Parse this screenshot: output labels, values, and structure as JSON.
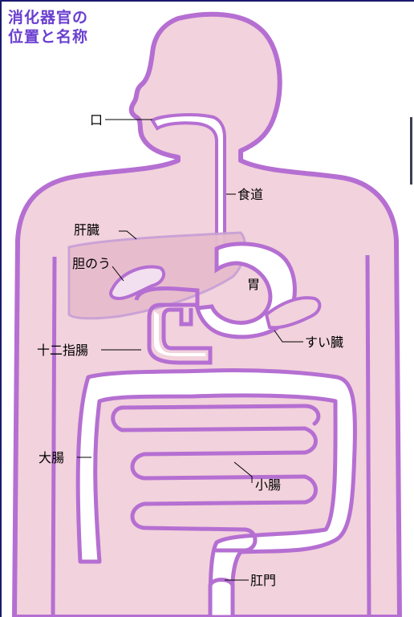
{
  "title": {
    "line1": "消化器官の",
    "line2": "位置と名称"
  },
  "labels": {
    "mouth": "口",
    "esophagus": "食道",
    "liver": "肝臓",
    "gallbladder": "胆のう",
    "stomach": "胃",
    "pancreas": "すい臓",
    "duodenum": "十二指腸",
    "large_intestine": "大腸",
    "small_intestine": "小腸",
    "anus": "肛門"
  },
  "colors": {
    "body_fill": "#f2d2dc",
    "outline": "#b56fd2",
    "organ_fill": "#ffffff",
    "liver_fill": "#e7bccd",
    "gall_fill": "#f2dff0",
    "title": "#6a3fd0"
  }
}
